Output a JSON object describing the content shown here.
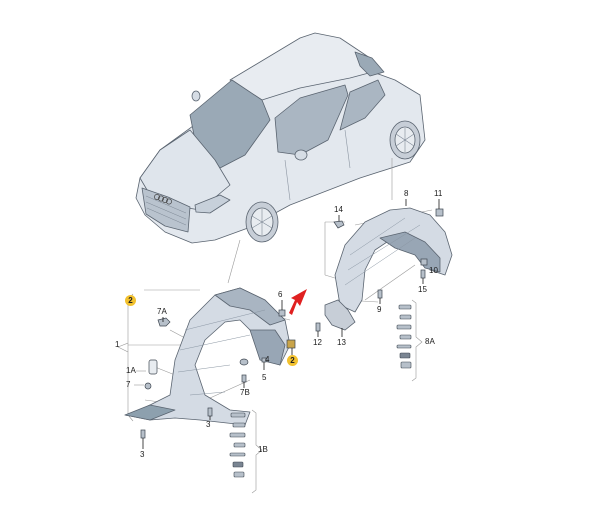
{
  "diagram": {
    "subject": "Audi A1 3-door wheel housing liner exploded parts view",
    "colors": {
      "background": "#ffffff",
      "part_fill": "#d4dbe4",
      "part_dark": "#98a6b5",
      "glass": "#9aa9b6",
      "outline": "#5a6470",
      "leader_line": "#9a9a9a",
      "badge": "#f2c12e",
      "arrow": "#e02020"
    },
    "labels": {
      "l1": "1",
      "l1A": "1A",
      "l1B": "1B",
      "l2a": "2",
      "l2b": "2",
      "l3a": "3",
      "l3b": "3",
      "l4": "4",
      "l5": "5",
      "l6": "6",
      "l7": "7",
      "l7A": "7A",
      "l7B": "7B",
      "l8": "8",
      "l8A": "8A",
      "l9": "9",
      "l10": "10",
      "l11": "11",
      "l12": "12",
      "l13": "13",
      "l14": "14",
      "l15": "15"
    },
    "callouts": [
      {
        "id": "1",
        "part": "front wheel housing liner"
      },
      {
        "id": "1A",
        "part": "grommet / cover cap"
      },
      {
        "id": "1B",
        "part": "fastener kit (front)"
      },
      {
        "id": "2",
        "part": "nut (highlighted)",
        "highlighted": true
      },
      {
        "id": "3",
        "part": "screw"
      },
      {
        "id": "4",
        "part": "screw"
      },
      {
        "id": "5",
        "part": "screw"
      },
      {
        "id": "6",
        "part": "clip"
      },
      {
        "id": "7",
        "part": "nut"
      },
      {
        "id": "7A",
        "part": "expanding clip"
      },
      {
        "id": "7B",
        "part": "screw"
      },
      {
        "id": "8",
        "part": "rear wheel housing liner"
      },
      {
        "id": "8A",
        "part": "fastener kit (rear)"
      },
      {
        "id": "9",
        "part": "screw"
      },
      {
        "id": "10",
        "part": "clip nut"
      },
      {
        "id": "11",
        "part": "clip"
      },
      {
        "id": "12",
        "part": "screw"
      },
      {
        "id": "13",
        "part": "bracket"
      },
      {
        "id": "14",
        "part": "expanding clip"
      },
      {
        "id": "15",
        "part": "screw"
      }
    ]
  }
}
